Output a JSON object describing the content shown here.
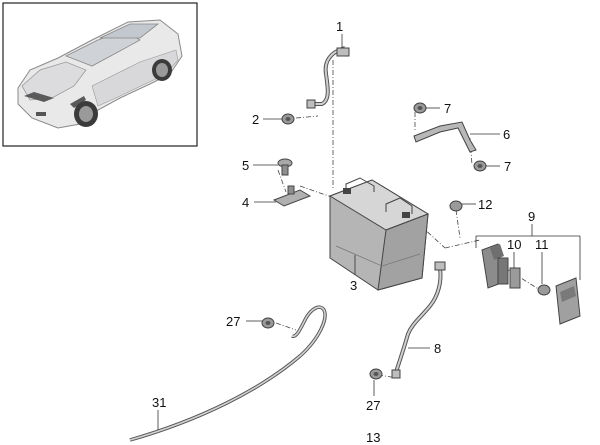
{
  "diagram": {
    "callouts": {
      "c1": "1",
      "c2": "2",
      "c3": "3",
      "c4": "4",
      "c5": "5",
      "c6": "6",
      "c7a": "7",
      "c7b": "7",
      "c8": "8",
      "c9": "9",
      "c10": "10",
      "c11": "11",
      "c12": "12",
      "c13": "13",
      "c27a": "27",
      "c27b": "27",
      "c31": "31"
    }
  }
}
